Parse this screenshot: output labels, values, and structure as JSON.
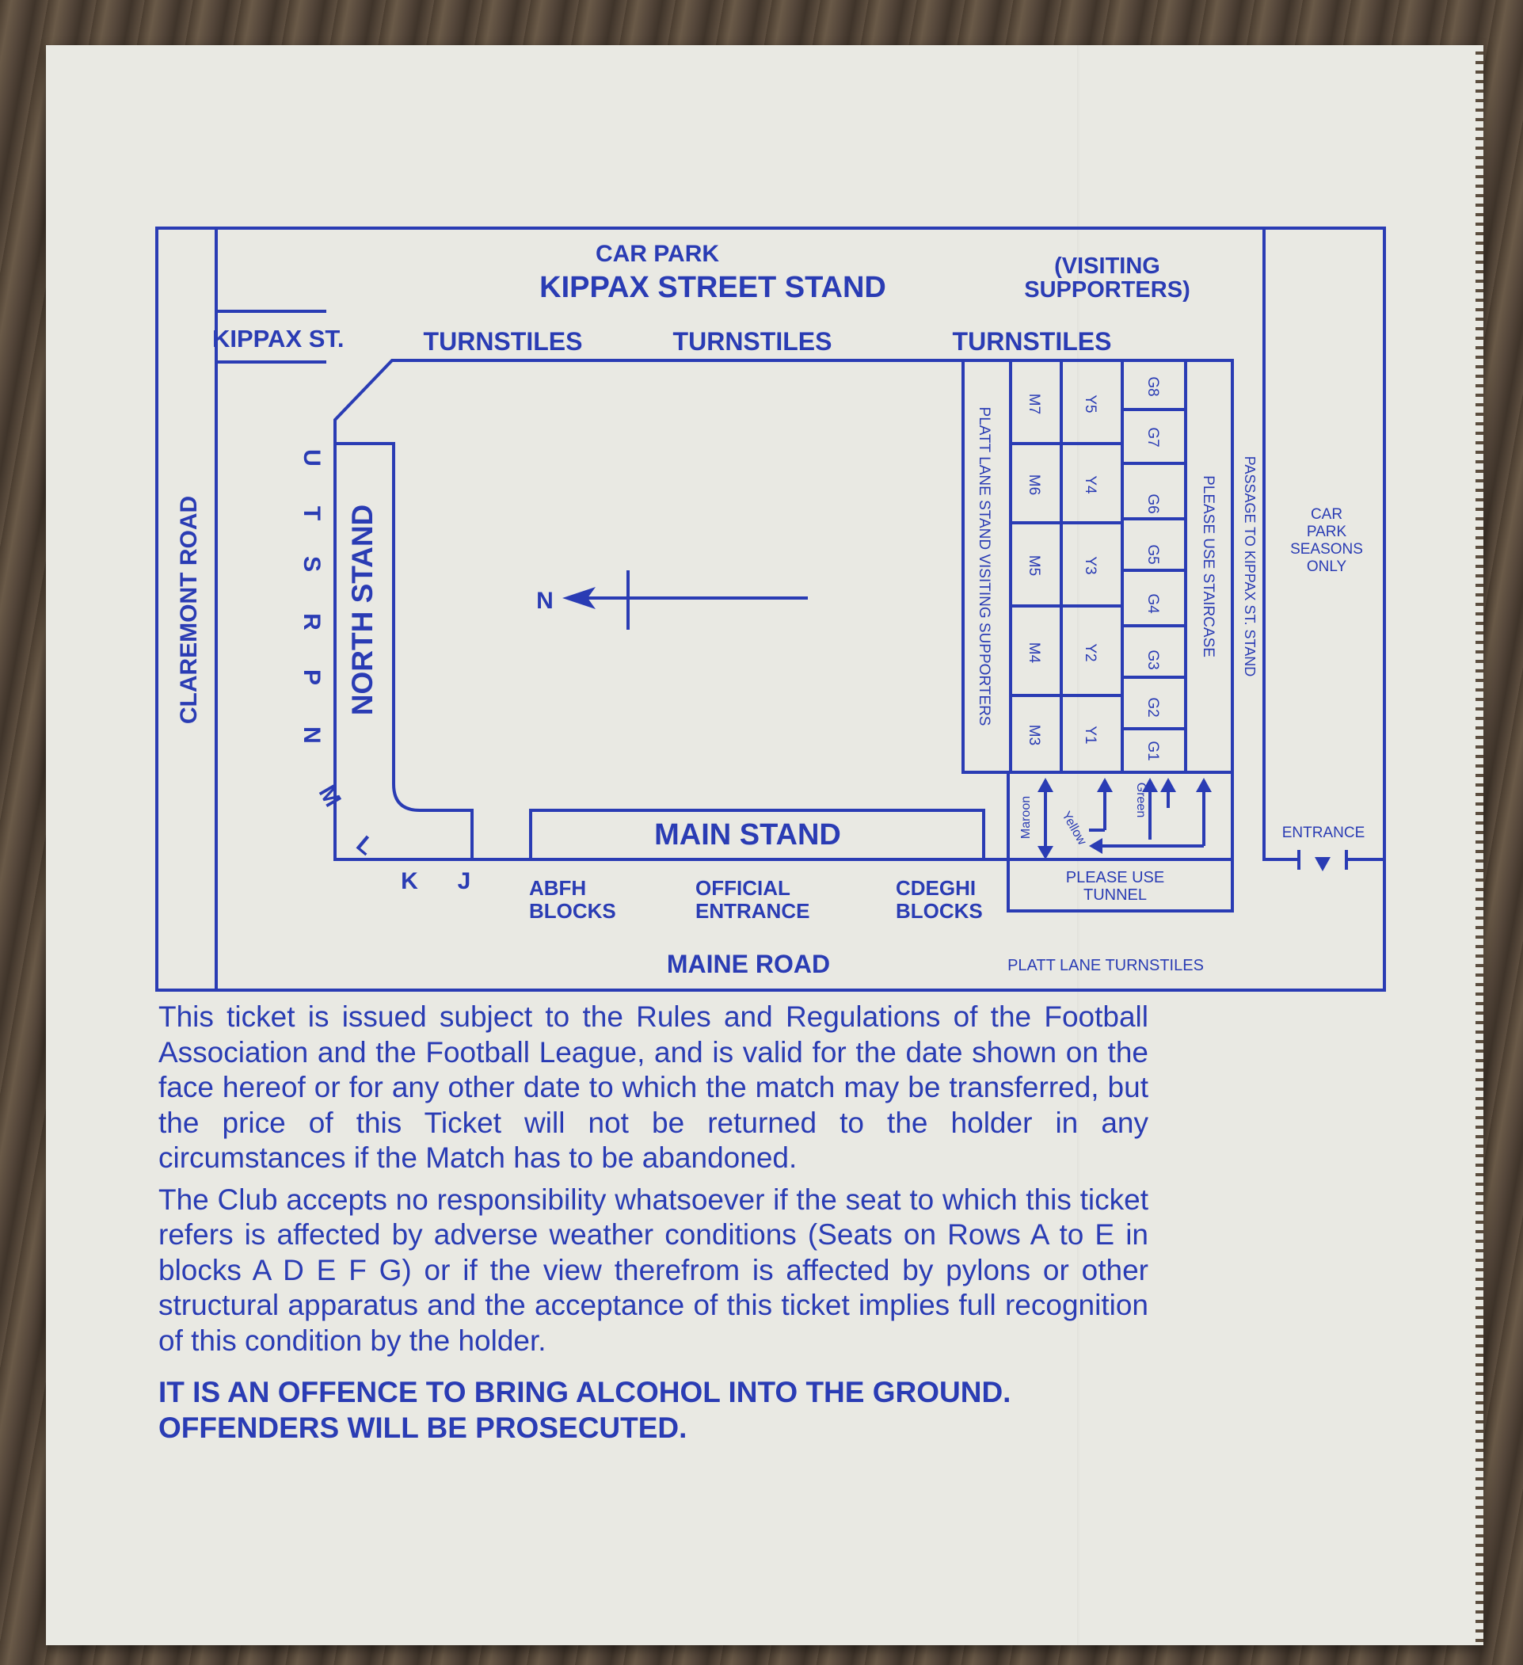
{
  "map": {
    "car_park": "CAR PARK",
    "kippax_street_stand": "KIPPAX STREET STAND",
    "visiting_supporters": [
      "(VISITING",
      "SUPPORTERS)"
    ],
    "kippax_st": "KIPPAX ST.",
    "turnstiles": [
      "TURNSTILES",
      "TURNSTILES",
      "TURNSTILES"
    ],
    "claremont_road": "CLAREMONT ROAD",
    "north_stand": "NORTH STAND",
    "north_letters": [
      "U",
      "T",
      "S",
      "R",
      "P",
      "N",
      "M",
      "L",
      "K",
      "J"
    ],
    "compass_label": "N",
    "platt_lane_stand": "PLATT LANE STAND VISITING SUPPORTERS",
    "m_blocks": [
      "M7",
      "M6",
      "M5",
      "M4",
      "M3"
    ],
    "y_blocks": [
      "Y5",
      "Y4",
      "Y3",
      "Y2",
      "Y1"
    ],
    "g_blocks": [
      "G8",
      "G7",
      "G6",
      "G5",
      "G4",
      "G3",
      "G2",
      "G1"
    ],
    "please_use_staircase": "PLEASE USE STAIRCASE",
    "passage": "PASSAGE TO KIPPAX ST. STAND",
    "car_park_seasons": [
      "CAR",
      "PARK",
      "SEASONS",
      "ONLY"
    ],
    "colour_labels": [
      "Maroon",
      "Yellow",
      "Green"
    ],
    "main_stand": "MAIN STAND",
    "abfh_blocks": [
      "ABFH",
      "BLOCKS"
    ],
    "official_entrance": [
      "OFFICIAL",
      "ENTRANCE"
    ],
    "cdeghi_blocks": [
      "CDEGHI",
      "BLOCKS"
    ],
    "please_use_tunnel": [
      "PLEASE USE",
      "TUNNEL"
    ],
    "entrance": "ENTRANCE",
    "maine_road": "MAINE ROAD",
    "platt_lane_turnstiles": "PLATT LANE TURNSTILES"
  },
  "conditions": {
    "para1": "This ticket is issued subject to the Rules and Regulations of the Football Association and the Football League, and is valid for the date shown on the face hereof or for any other date to which the match may be transferred, but the price of this Ticket will not be returned to the holder in any circumstances if the Match has to be abandoned.",
    "para2": "The Club accepts no responsibility whatsoever if the seat to which this ticket refers is affected by adverse weather conditions (Seats on Rows A to E in blocks A D E F G) or if the view therefrom is affected by pylons or other structural apparatus and the acceptance of this ticket implies full recognition of this condition by the holder.",
    "warning_line1": "IT IS AN OFFENCE TO BRING ALCOHOL INTO THE GROUND.",
    "warning_line2": "OFFENDERS WILL BE PROSECUTED."
  },
  "colors": {
    "ink": "#2a3cb4",
    "paper": "#e9e9e3"
  }
}
